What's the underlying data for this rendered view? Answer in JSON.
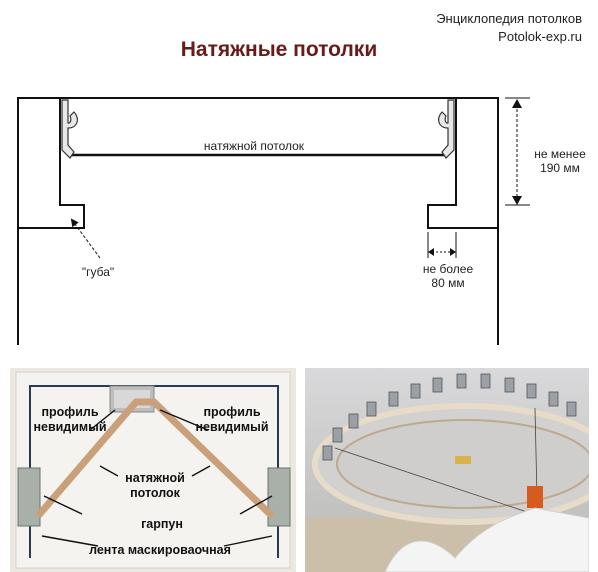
{
  "header": {
    "site_name": "Энциклопедия потолков",
    "site_url": "Potolok-exp.ru",
    "title": "Натяжные потолки"
  },
  "diagram": {
    "ceiling_label": "натяжной потолок",
    "min_height_line1": "не менее",
    "min_height_line2": "190 мм",
    "lip_label": "\"губа\"",
    "max_width_line1": "не более",
    "max_width_line2": "80 мм"
  },
  "photo_left": {
    "profile_left_line1": "профиль",
    "profile_left_line2": "невидимый",
    "profile_right_line1": "профиль",
    "profile_right_line2": "невидимый",
    "ceiling_line1": "натяжной",
    "ceiling_line2": "потолок",
    "harpoon": "гарпун",
    "tape": "лента маскироваочная"
  },
  "colors": {
    "title": "#6b1a1a",
    "line": "#111111",
    "frame_wood": "#c9a07a"
  }
}
